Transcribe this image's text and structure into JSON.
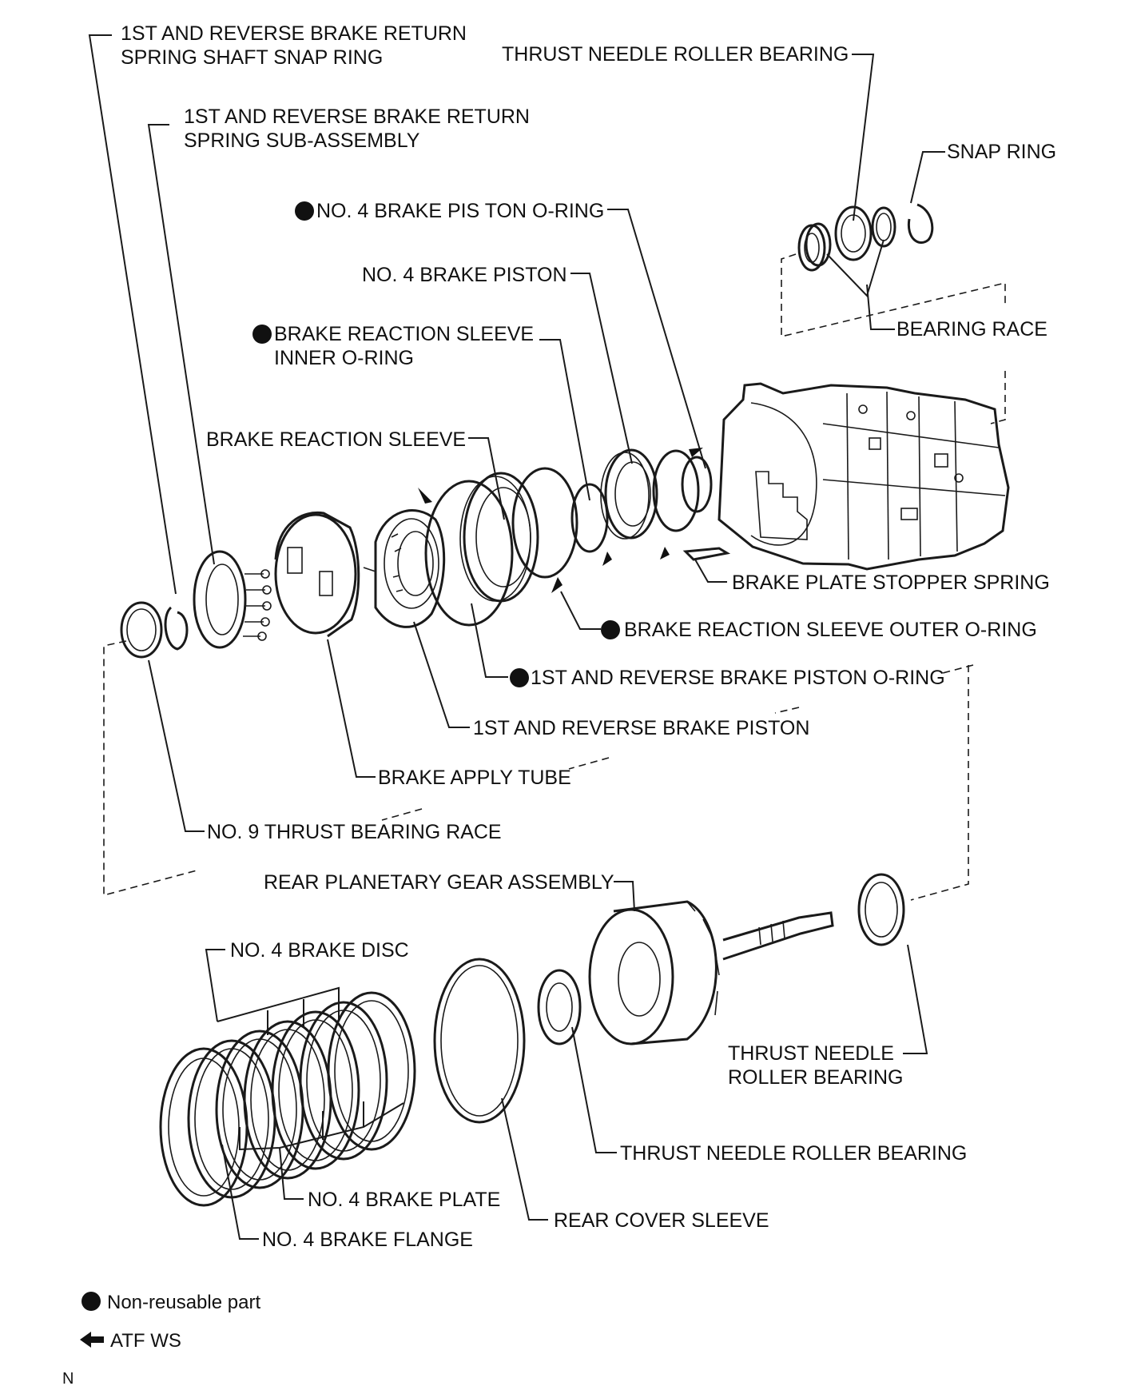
{
  "labels": {
    "snap_ring_1st_rev_line1": "1ST AND REVERSE BRAKE RETURN",
    "snap_ring_1st_rev_line2": "SPRING SHAFT SNAP RING",
    "return_spring_line1": "1ST AND REVERSE BRAKE RETURN",
    "return_spring_line2": "SPRING SUB-ASSEMBLY",
    "thrust_bearing_top": "THRUST NEEDLE ROLLER BEARING",
    "snap_ring": "SNAP RING",
    "no4_piston_oring": "NO. 4 BRAKE PIS TON O-RING",
    "no4_piston": "NO. 4 BRAKE PISTON",
    "reaction_inner_line1": "BRAKE REACTION SLEEVE",
    "reaction_inner_line2": "INNER O-RING",
    "bearing_race": "BEARING RACE",
    "reaction_sleeve": "BRAKE REACTION SLEEVE",
    "stopper_spring": "BRAKE PLATE STOPPER SPRING",
    "reaction_outer_oring": "BRAKE REACTION SLEEVE OUTER O-RING",
    "rev_piston_oring": "1ST AND REVERSE BRAKE PISTON O-RING",
    "rev_piston": "1ST AND REVERSE BRAKE PISTON",
    "apply_tube": "BRAKE APPLY TUBE",
    "no9_race": "NO. 9 THRUST BEARING RACE",
    "rear_planetary": "REAR PLANETARY GEAR ASSEMBLY",
    "no4_disc": "NO. 4 BRAKE DISC",
    "thrust_bearing_right_line1": "THRUST NEEDLE",
    "thrust_bearing_right_line2": "ROLLER BEARING",
    "thrust_bearing_mid": "THRUST NEEDLE ROLLER BEARING",
    "no4_plate": "NO. 4 BRAKE PLATE",
    "rear_cover_sleeve": "REAR COVER SLEEVE",
    "no4_flange": "NO. 4 BRAKE FLANGE"
  },
  "legend": {
    "non_reusable": "Non-reusable part",
    "atf": "ATF WS"
  },
  "footer_code": "N"
}
